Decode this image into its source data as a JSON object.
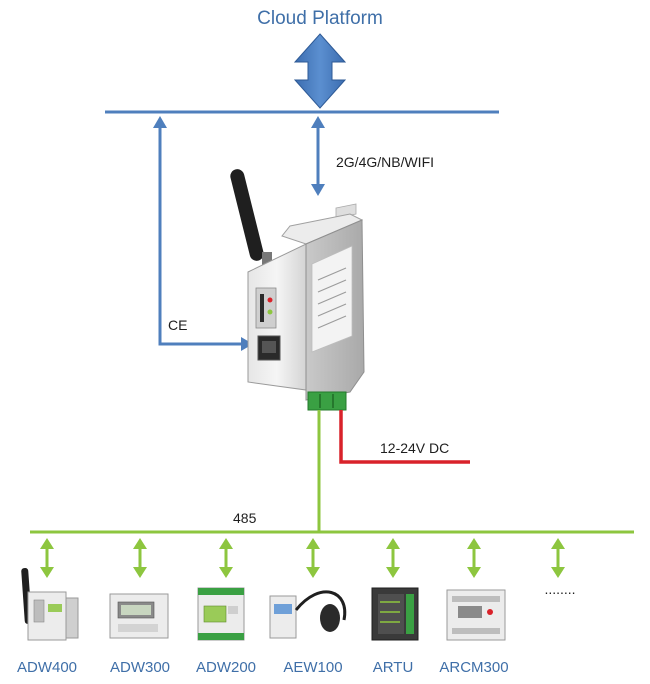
{
  "title": "Cloud Platform",
  "links": {
    "wireless": "2G/4G/NB/WIFI",
    "ethernet": "CE",
    "power": "12-24V DC",
    "bus": "485"
  },
  "devices": [
    {
      "name": "ADW400",
      "icon": "adw400-device-icon"
    },
    {
      "name": "ADW300",
      "icon": "adw300-meter-icon"
    },
    {
      "name": "ADW200",
      "icon": "adw200-meter-icon"
    },
    {
      "name": "AEW100",
      "icon": "aew100-sensor-icon"
    },
    {
      "name": "ARTU",
      "icon": "artu-module-icon"
    },
    {
      "name": "ARCM300",
      "icon": "arcm300-device-icon"
    }
  ],
  "more_devices": "........",
  "colors": {
    "blue": "#4f7fbd",
    "green": "#8dc63f",
    "red": "#d9222a",
    "text_blue": "#3f6fa8"
  }
}
